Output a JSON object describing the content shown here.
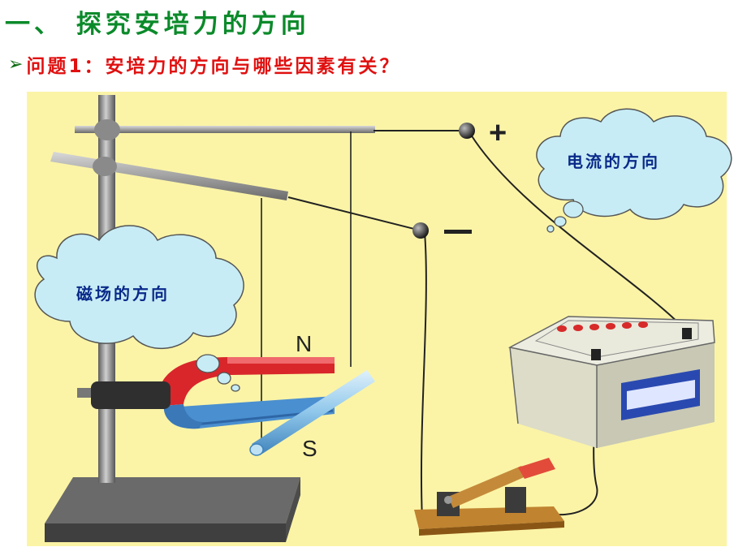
{
  "slide": {
    "title": "一、 探究安培力的方向",
    "bullet": "➢",
    "question": "问题1：安培力的方向与哪些因素有关？"
  },
  "diagram": {
    "plus_sign": "+",
    "minus_sign": "−",
    "pole_n": "N",
    "pole_s": "S",
    "cloud_current": "电流的方向",
    "cloud_magnetic": "磁场的方向"
  },
  "colors": {
    "title": "#0b8a2a",
    "question": "#e01010",
    "panel": "#fbf4a6",
    "cloud": "#c7ecf5",
    "magnet_red": "#d8262b",
    "magnet_blue": "#4a8fd0"
  }
}
